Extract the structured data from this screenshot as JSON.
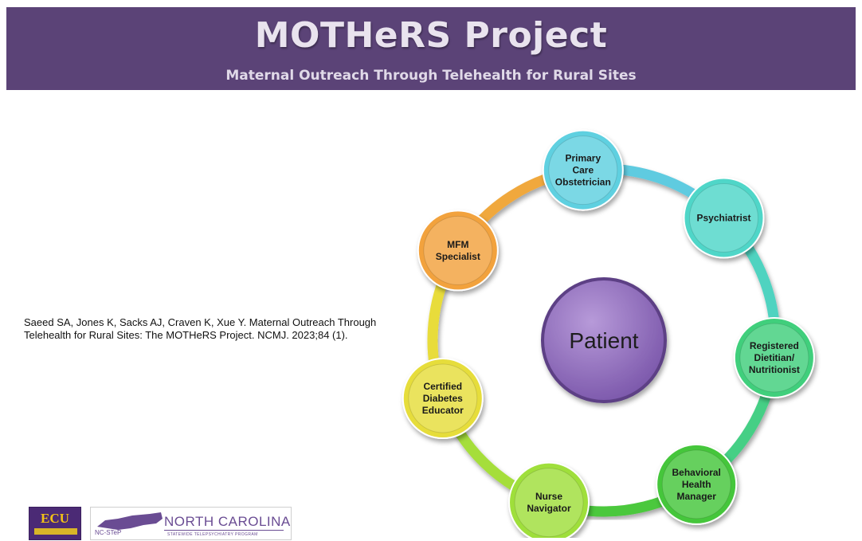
{
  "banner": {
    "title": "MOTHeRS Project",
    "subtitle": "Maternal Outreach Through Telehealth for Rural Sites"
  },
  "citation": {
    "line1": "Saeed SA, Jones K, Sacks AJ, Craven K, Xue Y. Maternal Outreach Through",
    "line2": "Telehealth for Rural Sites: The MOTHeRS Project. NCMJ. 2023;84 (1)."
  },
  "diagram": {
    "center": {
      "label": "Patient",
      "color": "#8a66b8"
    },
    "nodes": [
      {
        "lines": [
          "Primary",
          "Care",
          "Obstetrician"
        ],
        "color": "#5fd0e0"
      },
      {
        "lines": [
          "Psychiatrist"
        ],
        "color": "#4fd6c8"
      },
      {
        "lines": [
          "Registered",
          "Dietitian/",
          "Nutritionist"
        ],
        "color": "#3fcf7c"
      },
      {
        "lines": [
          "Behavioral",
          "Health",
          "Manager"
        ],
        "color": "#45c63a"
      },
      {
        "lines": [
          "Nurse",
          "Navigator"
        ],
        "color": "#9fdf3a"
      },
      {
        "lines": [
          "Certified",
          "Diabetes",
          "Educator"
        ],
        "color": "#e6dd3a"
      },
      {
        "lines": [
          "MFM",
          "Specialist"
        ],
        "color": "#f2a23c"
      }
    ],
    "ring_colors": [
      "#5fcbe0",
      "#4fd3c0",
      "#45cf85",
      "#4cc83e",
      "#a5de3a",
      "#e8dc3a",
      "#f0a83c"
    ]
  },
  "logos": {
    "ecu": "ECU",
    "nc_title": "NORTH CAROLINA",
    "nc_subtitle": "STATEWIDE TELEPSYCHIATRY PROGRAM",
    "nc_step": "NC-STeP"
  }
}
